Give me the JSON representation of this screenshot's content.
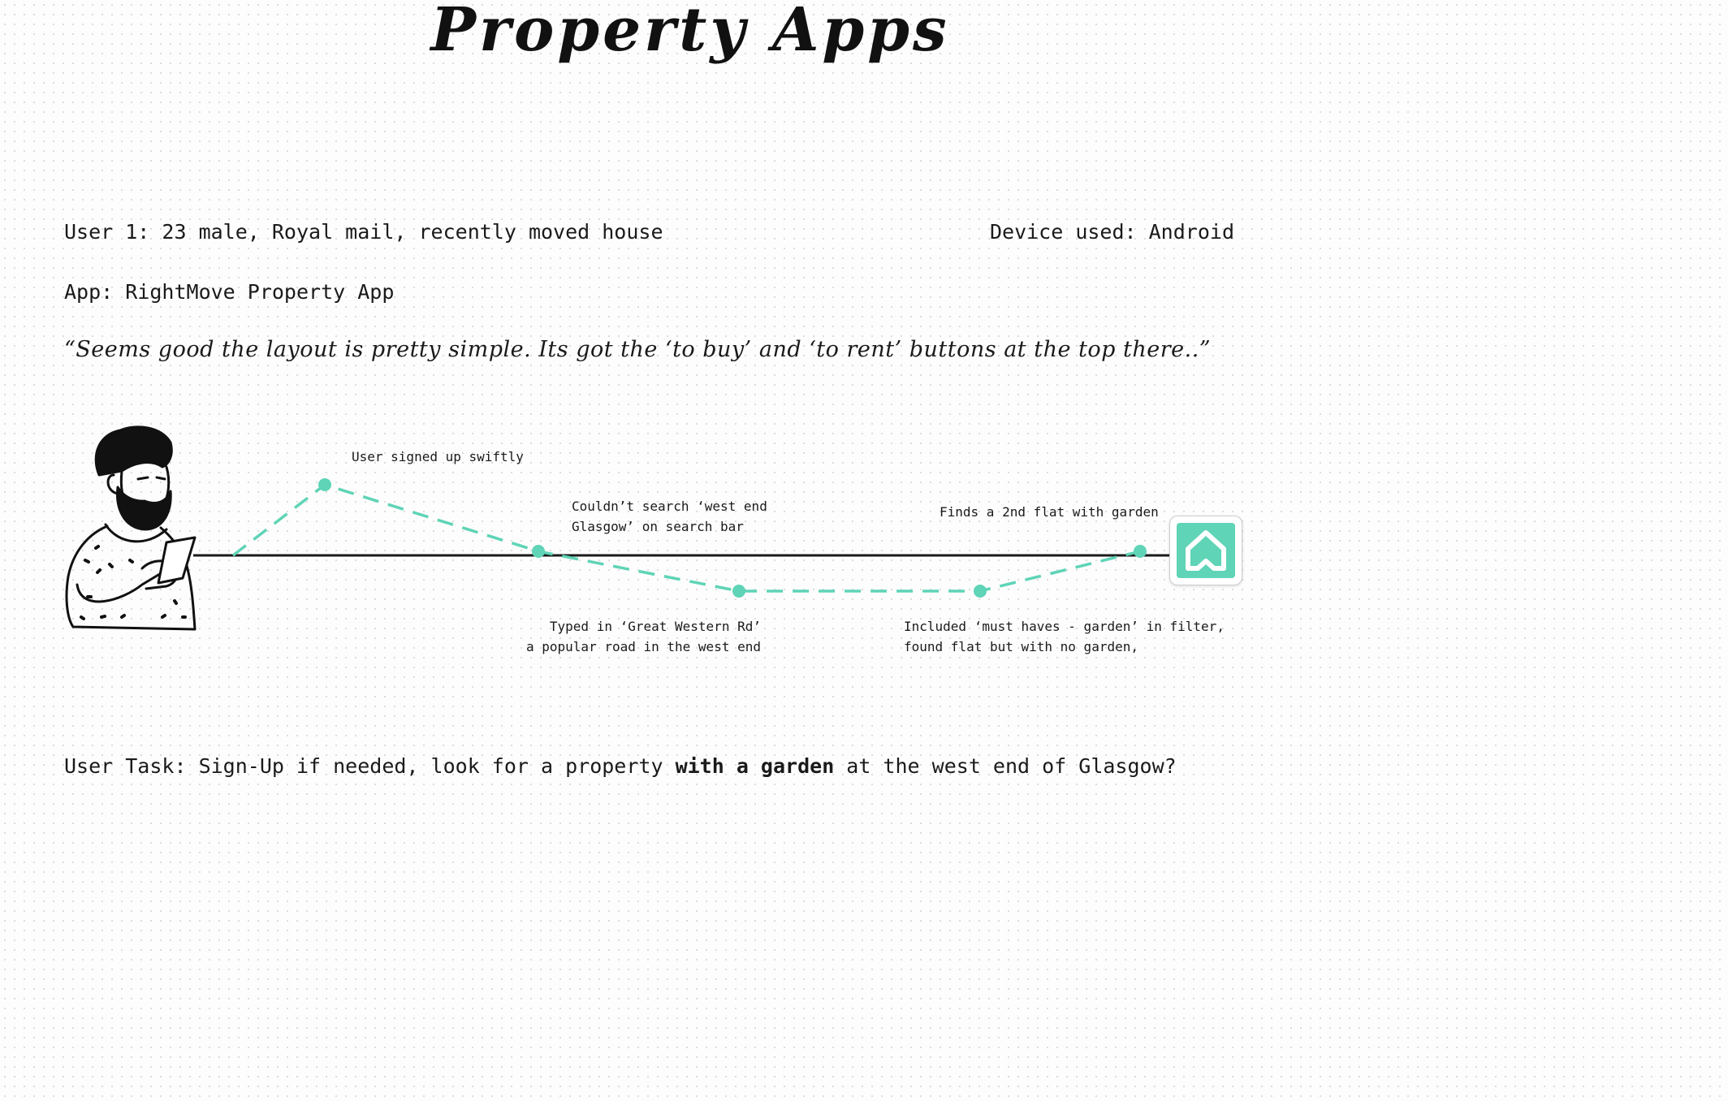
{
  "title": "Property Apps",
  "user": "User 1: 23 male, Royal mail, recently moved house",
  "device": "Device used: Android",
  "app": "App: RightMove Property App",
  "quote": "“Seems good the layout is pretty simple. Its got the ‘to buy’ and ‘to rent’ buttons at the top there..”",
  "journey": {
    "accent_color": "#5fd4b6",
    "line_color": "#1a1a1a",
    "annotations": [
      {
        "lines": [
          "User signed up swiftly"
        ]
      },
      {
        "lines": [
          "Couldn’t search ‘west end",
          "Glasgow’ on search bar"
        ]
      },
      {
        "lines": [
          "Typed in ‘Great Western Rd’",
          "a popular road in the west end"
        ]
      },
      {
        "lines": [
          "Finds a 2nd flat with garden"
        ]
      },
      {
        "lines": [
          "Included ‘must haves - garden’ in filter,",
          "found flat but with no garden,"
        ]
      }
    ]
  },
  "task": {
    "before": "User Task: Sign-Up if needed, look for a property ",
    "bold": "with a garden",
    "after": " at the west end of Glasgow?"
  },
  "icons": [
    "bearded-man-illustration",
    "home-app-icon"
  ]
}
